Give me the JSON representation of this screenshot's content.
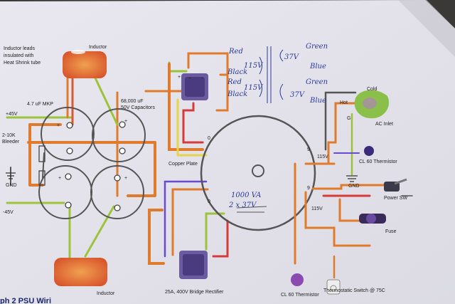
{
  "labels": {
    "inductor_top": "Inductor",
    "inductor_bottom": "Inductor",
    "inductor_note_1": "Inductor leads",
    "inductor_note_2": "insulated with",
    "inductor_note_3": "Heat Shrink tube",
    "mkp_cap": "4.7 uF MKP",
    "caps_1": "68,000 uF",
    "caps_2": "50V Capacitors",
    "plus45": "+45V",
    "minus45": "-45V",
    "bleeder_1": "2-10K",
    "bleeder_2": "Bleeder",
    "gnd_left": "GND",
    "copper_plate": "Copper Plate",
    "bridge": "25A, 400V Bridge Rectifier",
    "zero_top": "0",
    "zero_bottom": "0",
    "ninety_top": "9",
    "ninety_bottom": "9",
    "v115_top": "115V",
    "v115_bottom": "115V",
    "ac_cold": "Cold",
    "ac_hot": "Hot",
    "ac_g": "G",
    "ac_inlet": "AC Inlet",
    "cl60_top": "CL 60 Thermistor",
    "gnd_right": "GND",
    "power_sw": "Power SW",
    "fuse": "Fuse",
    "cl60_bottom": "CL 60 Thermistor",
    "thermostatic": "Thermostatic Switch @ 75C",
    "tx_rating_1": "1000 VA",
    "tx_rating_2": "2 x 37V",
    "red_1": "Red",
    "black_1": "Black",
    "red_2": "Red",
    "black_2": "Black",
    "v115_a": "115V",
    "v115_b": "115V",
    "green_1": "Green",
    "blue_1": "Blue",
    "green_2": "Green",
    "blue_2": "Blue",
    "v37_a": "37V",
    "v37_b": "37V",
    "bottom_caption": "ph 2 PSU Wiri"
  }
}
